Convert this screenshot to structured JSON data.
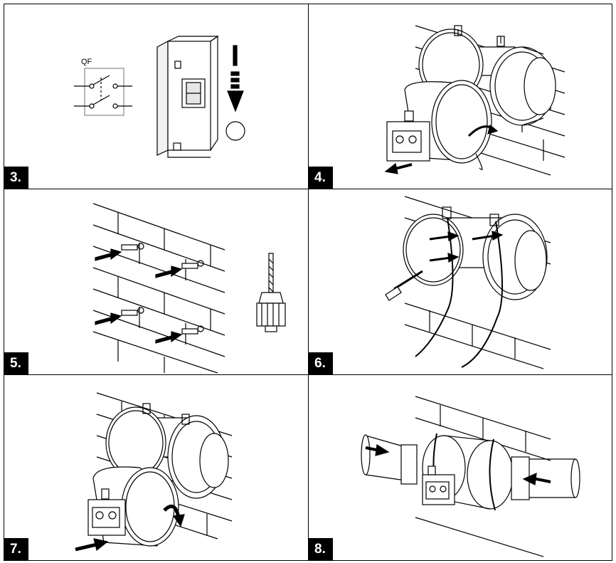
{
  "figure": {
    "panels": [
      {
        "step": "3.",
        "qf_label": "QF"
      },
      {
        "step": "4."
      },
      {
        "step": "5."
      },
      {
        "step": "6."
      },
      {
        "step": "7."
      },
      {
        "step": "8."
      }
    ]
  }
}
